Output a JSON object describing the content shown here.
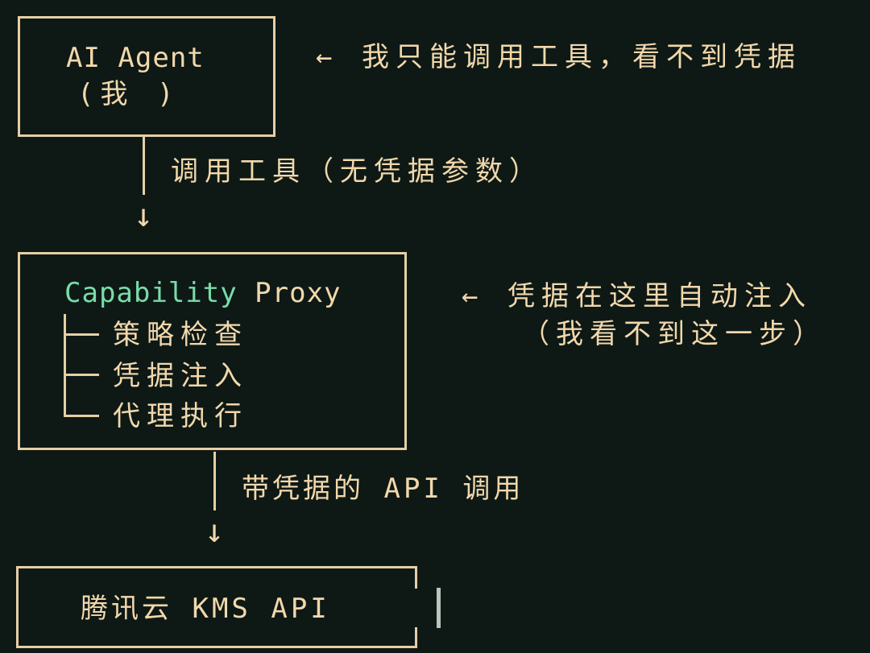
{
  "canvas": {
    "colors": {
      "bg": "#0e1916",
      "fg": "#f2d8ab",
      "border": "#e6cfa5",
      "accent": "#79dca8",
      "cursor": "#bac5bd"
    }
  },
  "agent_box": {
    "title": "AI Agent",
    "subtitle": "(我 )"
  },
  "agent_annotation": {
    "text": "← 我只能调用工具，看不到凭据"
  },
  "call_connector": {
    "label": "调用工具（无凭据参数）",
    "arrow": "↓"
  },
  "proxy_box": {
    "title_accent": "Capability",
    "title_rest": " Proxy",
    "items": [
      {
        "prefix": "├─",
        "label": "策略检查"
      },
      {
        "prefix": "├─",
        "label": "凭据注入"
      },
      {
        "prefix": "└─",
        "label": "代理执行"
      }
    ]
  },
  "proxy_annotation": {
    "line1": "← 凭据在这里自动注入",
    "line2": "（我看不到这一步）"
  },
  "api_connector": {
    "label": "带凭据的 API 调用",
    "arrow": "↓"
  },
  "kms_box": {
    "label": "腾讯云 KMS API"
  }
}
